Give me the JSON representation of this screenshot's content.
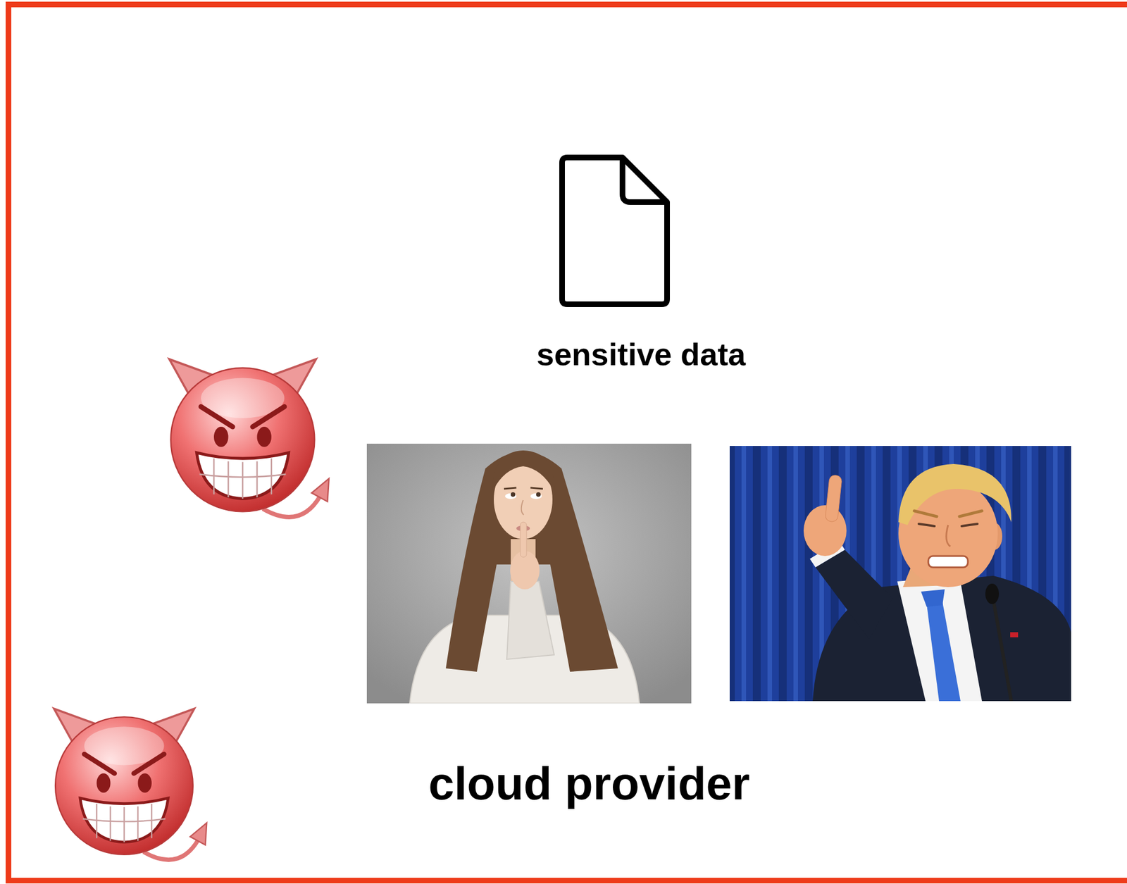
{
  "diagram": {
    "nodes": [
      {
        "text": [
          "cloud provider"
        ]
      },
      {
        "text": [
          "sensitive data"
        ],
        "in": 0
      }
    ]
  }
}
